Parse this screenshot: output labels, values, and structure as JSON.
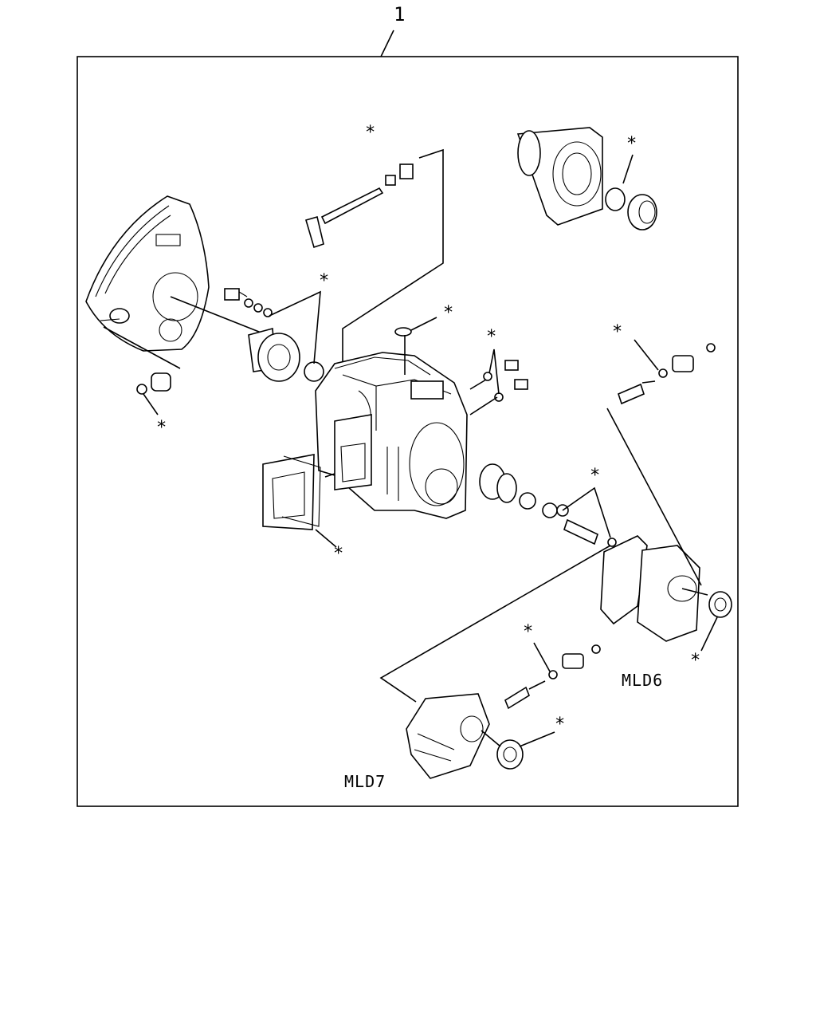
{
  "diagram": {
    "callout_number": "1",
    "labels": {
      "mld6": "MLD6",
      "mld7": "MLD7"
    },
    "marker_symbol": "*"
  }
}
